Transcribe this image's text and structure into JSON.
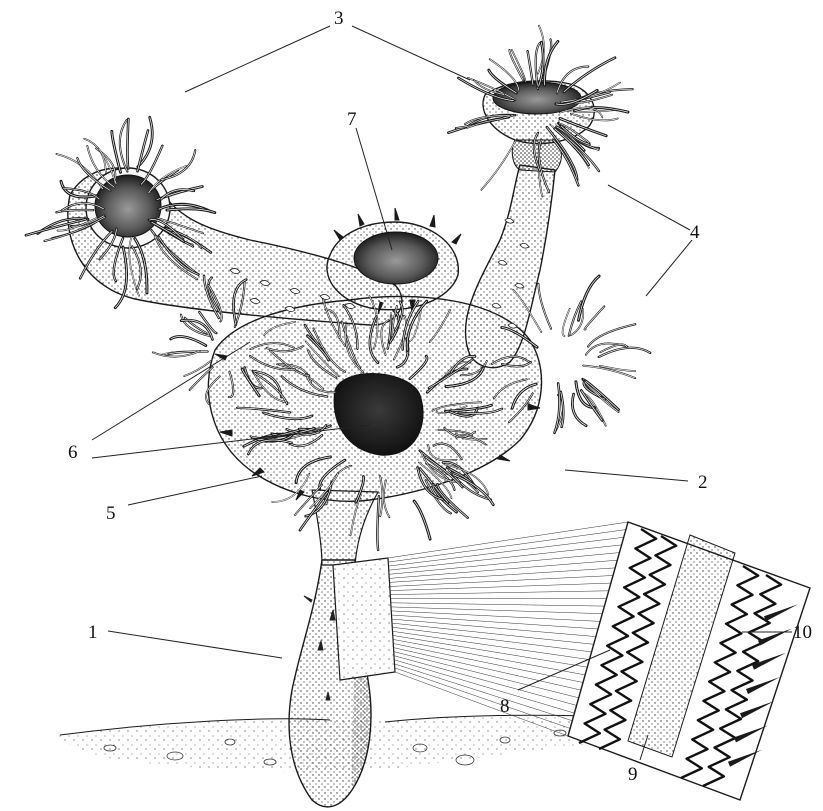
{
  "labels": {
    "l1": "1",
    "l2": "2",
    "l3": "3",
    "l4": "4",
    "l5": "5",
    "l6": "6",
    "l7": "7",
    "l8": "8",
    "l9": "9",
    "l10": "10"
  },
  "colors": {
    "ink": "#1a1a1a",
    "paper": "#ffffff",
    "shade": "#555555"
  }
}
